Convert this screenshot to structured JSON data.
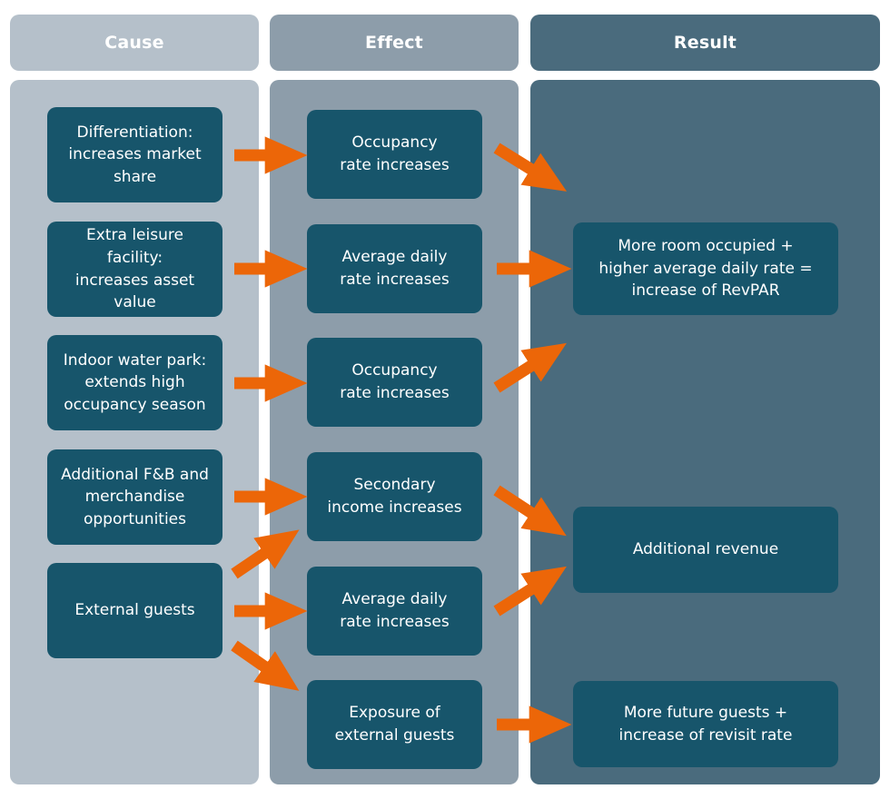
{
  "diagram": {
    "title": "Cause Effect Result chain for hotel leisure facility investment",
    "colors": {
      "node_fill": "#17556b",
      "arrow": "#ec6608",
      "cause_panel": "#b5c0ca",
      "effect_panel": "#8d9daa",
      "result_panel": "#4a6b7d",
      "node_text": "#ffffff",
      "background": "#ffffff"
    },
    "columns": [
      {
        "id": "cause",
        "label": "Cause"
      },
      {
        "id": "effect",
        "label": "Effect"
      },
      {
        "id": "result",
        "label": "Result"
      }
    ],
    "cause_nodes": [
      {
        "id": "c1",
        "label": "Differentiation:\nincreases market\nshare"
      },
      {
        "id": "c2",
        "label": "Extra leisure facility:\nincreases asset\nvalue"
      },
      {
        "id": "c3",
        "label": "Indoor water park:\nextends high\noccupancy season"
      },
      {
        "id": "c4",
        "label": "Additional F&B and\nmerchandise\nopportunities"
      },
      {
        "id": "c5",
        "label": "External guests"
      }
    ],
    "effect_nodes": [
      {
        "id": "e1",
        "label": "Occupancy\nrate increases"
      },
      {
        "id": "e2",
        "label": "Average daily\nrate increases"
      },
      {
        "id": "e3",
        "label": "Occupancy\nrate increases"
      },
      {
        "id": "e4",
        "label": "Secondary\nincome increases"
      },
      {
        "id": "e5",
        "label": "Average daily\nrate increases"
      },
      {
        "id": "e6",
        "label": "Exposure of\nexternal guests"
      }
    ],
    "result_nodes": [
      {
        "id": "r1",
        "label": "More room occupied +\nhigher average daily rate =\nincrease of RevPAR"
      },
      {
        "id": "r2",
        "label": "Additional revenue"
      },
      {
        "id": "r3",
        "label": "More future guests +\nincrease of revisit rate"
      }
    ],
    "arrows": [
      {
        "id": "a1",
        "from": "c1",
        "to": "e1",
        "direction": "right"
      },
      {
        "id": "a2",
        "from": "c2",
        "to": "e2",
        "direction": "right"
      },
      {
        "id": "a3",
        "from": "c3",
        "to": "e3",
        "direction": "right"
      },
      {
        "id": "a4",
        "from": "c4",
        "to": "e4",
        "direction": "right"
      },
      {
        "id": "a5",
        "from": "c5",
        "to": "e4",
        "direction": "up-right"
      },
      {
        "id": "a6",
        "from": "c5",
        "to": "e5",
        "direction": "right"
      },
      {
        "id": "a7",
        "from": "c5",
        "to": "e6",
        "direction": "down-right"
      },
      {
        "id": "a8",
        "from": "e1",
        "to": "r1",
        "direction": "down-right"
      },
      {
        "id": "a9",
        "from": "e2",
        "to": "r1",
        "direction": "right"
      },
      {
        "id": "a10",
        "from": "e3",
        "to": "r1",
        "direction": "up-right"
      },
      {
        "id": "a11",
        "from": "e4",
        "to": "r2",
        "direction": "down-right"
      },
      {
        "id": "a12",
        "from": "e5",
        "to": "r2",
        "direction": "up-right"
      },
      {
        "id": "a13",
        "from": "e6",
        "to": "r3",
        "direction": "right"
      }
    ]
  }
}
